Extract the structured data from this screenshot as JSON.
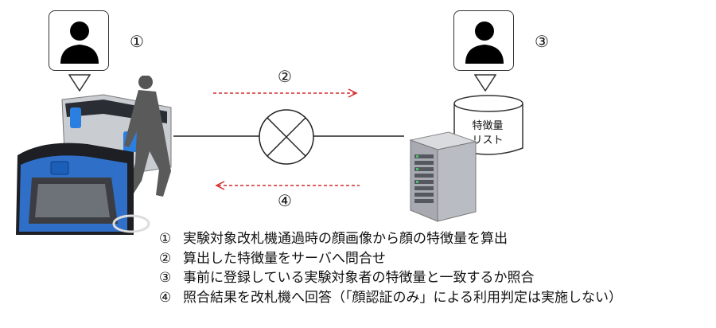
{
  "markers": {
    "step1": "①",
    "step2": "②",
    "step3": "③",
    "step4": "④"
  },
  "database": {
    "line1": "特徴量",
    "line2": "リスト"
  },
  "legend": [
    {
      "num": "①",
      "text": "実験対象改札機通過時の顔画像から顔の特徴量を算出"
    },
    {
      "num": "②",
      "text": "算出した特徴量をサーバへ問合せ"
    },
    {
      "num": "③",
      "text": "事前に登録している実験対象者の特徴量と一致するか照合"
    },
    {
      "num": "④",
      "text": "照合結果を改札機へ回答（「顔認証のみ」による利用判定は実施しない）"
    }
  ],
  "icons": {
    "user_left": "user-silhouette-icon",
    "user_right": "user-silhouette-icon",
    "gate": "ticket-gate-illustration",
    "server": "server-tower-icon",
    "network": "crossed-circle-icon"
  },
  "colors": {
    "arrow": "#d42a2a",
    "line": "#222222",
    "gate_blue": "#1f6fd0"
  }
}
